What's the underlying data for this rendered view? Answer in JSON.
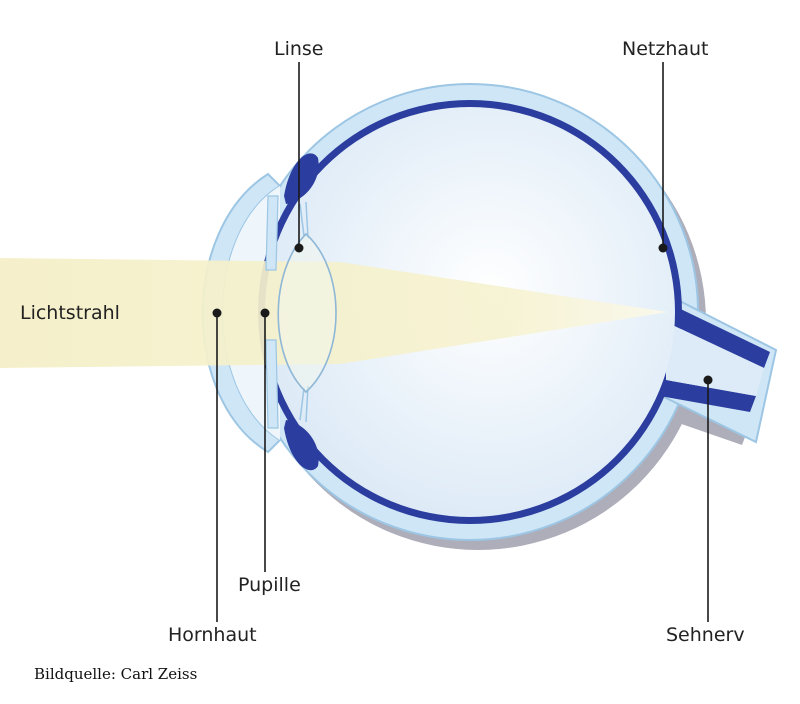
{
  "labels": {
    "lens": "Linse",
    "retina": "Netzhaut",
    "light_beam": "Lichtstrahl",
    "pupil": "Pupille",
    "cornea": "Hornhaut",
    "optic_nerve": "Sehnerv"
  },
  "credit": "Bildquelle: Carl Zeiss",
  "colors": {
    "sclera": "#c9e3f4",
    "retina": "#2b3d9e",
    "vitreous": "#e9f3fb",
    "light_beam": "#f3eec1",
    "shadow": "#a9a9b6",
    "lines": "#1a1a1a"
  }
}
